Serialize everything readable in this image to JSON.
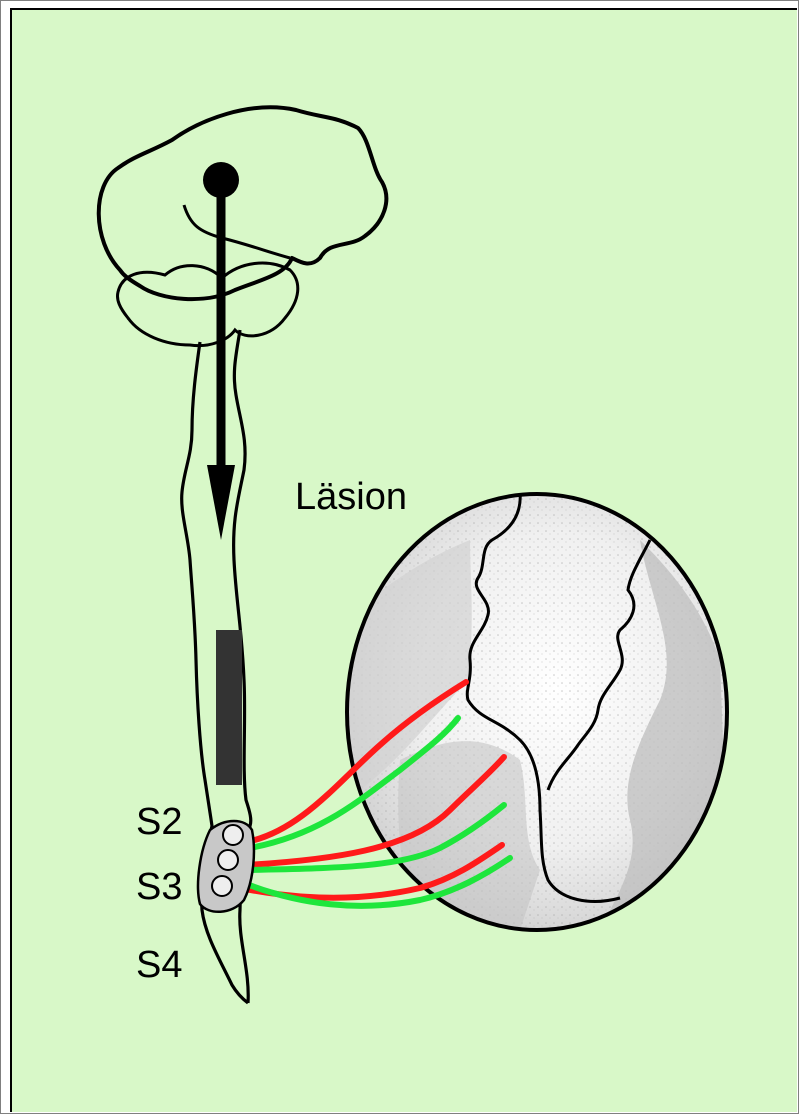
{
  "labels": {
    "lesion": "Läsion",
    "s2": "S2",
    "s3": "S3",
    "s4": "S4"
  },
  "colors": {
    "background": "#d8f8c8",
    "efferent_fibers": "#ff1a1a",
    "afferent_fibers": "#1ee63c",
    "lesion_block": "#333333",
    "sacral_nucleus": "#c8c8c8"
  }
}
